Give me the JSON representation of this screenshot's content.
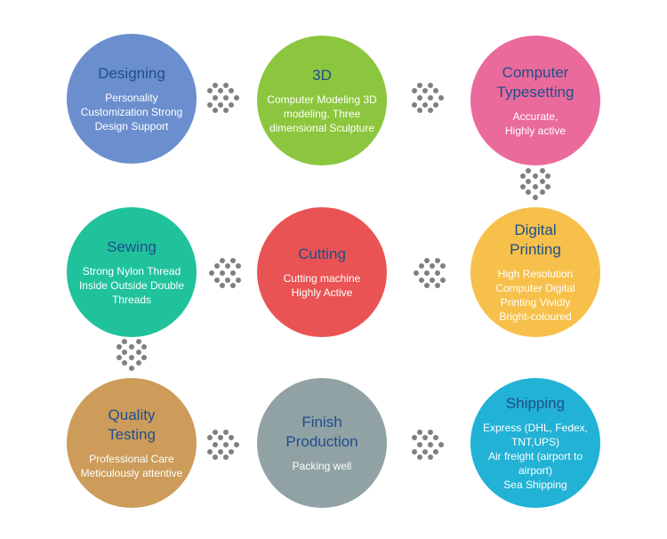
{
  "colors": {
    "designing": "#6b8fce",
    "3d": "#8cc63e",
    "computer_typesetting": "#ea6a9b",
    "sewing": "#20c29c",
    "cutting": "#ea5353",
    "digital_printing": "#f6c04a",
    "quality_testing": "#cd9c5a",
    "finish_production": "#91a2a4",
    "shipping": "#21b2d5",
    "title_text": "#1f4e8c",
    "arrow": "#808080"
  },
  "steps": [
    {
      "title": "Designing",
      "desc": "Personality\nCustomization Strong\nDesign Support"
    },
    {
      "title": "3D",
      "desc": "Computer Modeling 3D\nmodeling. Three\ndimensional Sculpture"
    },
    {
      "title": "Computer\nTypesetting",
      "desc": "Accurate,\nHighly active"
    },
    {
      "title": "Sewing",
      "desc": "Strong Nylon Thread\nInside Outside Double\nThreads"
    },
    {
      "title": "Cutting",
      "desc": "Cutting machine\nHighly Active"
    },
    {
      "title": "Digital\nPrinting",
      "desc": "High Resolution\nComputer Digital\nPrinting Vividly\nBright-coloured"
    },
    {
      "title": "Quality\nTesting",
      "desc": "Professional Care\nMeticulously attentive"
    },
    {
      "title": "Finish\nProduction",
      "desc": "Packing well"
    },
    {
      "title": "Shipping",
      "desc": "Express (DHL, Fedex,\nTNT,UPS)\nAir freight (airport to\nairport)\nSea Shipping"
    }
  ],
  "arrow_icon": "dotted-arrow-icon"
}
